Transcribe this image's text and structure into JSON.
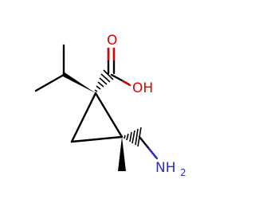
{
  "molecule": {
    "atoms": {
      "carbonyl_o": "O",
      "hydroxyl": "OH",
      "amine_n": "NH",
      "amine_sub": "2"
    },
    "colors": {
      "oxygen": "#e00000",
      "nitrogen": "#2b2bdb",
      "bond": "#000000",
      "background": "#ffffff"
    }
  }
}
